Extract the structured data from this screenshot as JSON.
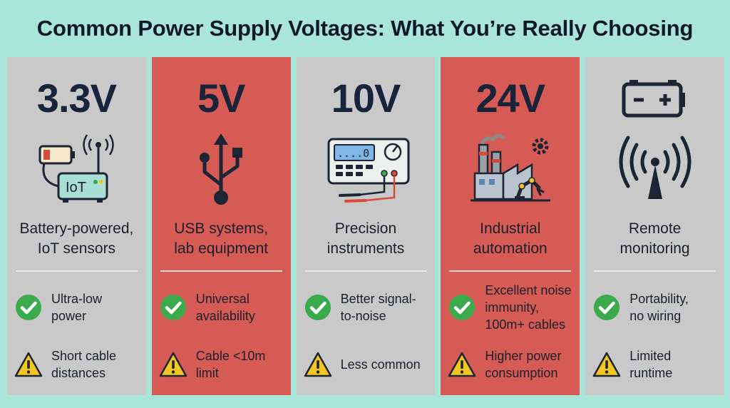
{
  "title": "Common Power Supply Voltages: What You’re Really Choosing",
  "colors": {
    "background": "#a9e6d9",
    "gray_panel": "#c9c9c9",
    "red_panel": "#d65b55",
    "check": "#3aaa4a",
    "warning": "#f3c623"
  },
  "columns": [
    {
      "voltage": "3.3V",
      "icon": "battery-iot-device-icon",
      "use": "Battery-powered,\nIoT sensors",
      "pro": "Ultra-low\npower",
      "con": "Short cable\ndistances"
    },
    {
      "voltage": "5V",
      "icon": "usb-icon",
      "use": "USB systems,\nlab equipment",
      "pro": "Universal\navailability",
      "con": "Cable <10m\nlimit"
    },
    {
      "voltage": "10V",
      "icon": "multimeter-icon",
      "use": "Precision\ninstruments",
      "pro": "Better signal-\nto-noise",
      "con": "Less common"
    },
    {
      "voltage": "24V",
      "icon": "factory-robot-arm-icon",
      "use": "Industrial\nautomation",
      "pro": "Excellent noise\nimmunity,\n100m+ cables",
      "con": "Higher power\nconsumption"
    },
    {
      "voltage": "",
      "icon": "battery-antenna-icon",
      "use": "Remote\nmonitoring",
      "pro": "Portability,\nno wiring",
      "con": "Limited\nruntime"
    }
  ],
  "icons": {
    "pro": "check-circle-icon",
    "con": "warning-triangle-icon"
  },
  "lcd_readout": "....0"
}
